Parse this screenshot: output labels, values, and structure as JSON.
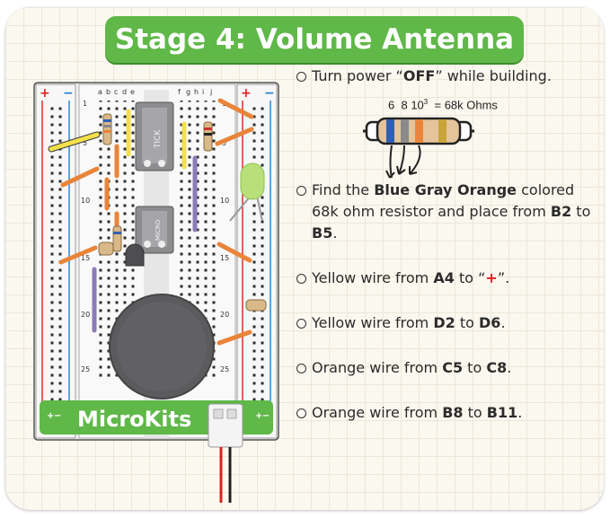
{
  "title": "Stage 4: Volume Antenna",
  "brand": "MicroKits",
  "breadboard": {
    "columns": [
      "a",
      "b",
      "c",
      "d",
      "e",
      "f",
      "g",
      "h",
      "i",
      "j"
    ],
    "row_numbers": [
      "1",
      "5",
      "10",
      "15",
      "20",
      "25"
    ],
    "rail_plus": "+",
    "rail_minus": "−",
    "chip_top_label": "TICK",
    "chip_bottom_label": "MICRO"
  },
  "resistor_code": {
    "digit1": "6",
    "digit2": "8",
    "multiplier_base": "10",
    "multiplier_exp": "3",
    "equals": "= 68k Ohms"
  },
  "steps": [
    {
      "pre": "Turn power “",
      "bold": "OFF",
      "post": "” while building."
    },
    {
      "pre": "Find the ",
      "bold": "Blue Gray Orange",
      "post": " colored 68k ohm resistor and place from ",
      "bold2": "B2",
      "mid": " to ",
      "bold3": "B5",
      "end": "."
    },
    {
      "pre": "Yellow wire from ",
      "bold": "A4",
      "post": " to “",
      "plus": "+",
      "end": "”."
    },
    {
      "pre": "Yellow wire from ",
      "bold": "D2",
      "post": " to ",
      "bold2": "D6",
      "end": "."
    },
    {
      "pre": "Orange wire from ",
      "bold": "C5",
      "post": " to ",
      "bold2": "C8",
      "end": "."
    },
    {
      "pre": "Orange wire from ",
      "bold": "B8",
      "post": " to ",
      "bold2": "B11",
      "end": "."
    }
  ],
  "colors": {
    "accent_green": "#5fb848",
    "rail_red": "#e02020",
    "rail_blue": "#1d7fd6",
    "wire_yellow": "#f3e04a",
    "wire_orange": "#e9843a",
    "wire_purple": "#8c7bb8",
    "speaker": "#5b5b5e"
  }
}
